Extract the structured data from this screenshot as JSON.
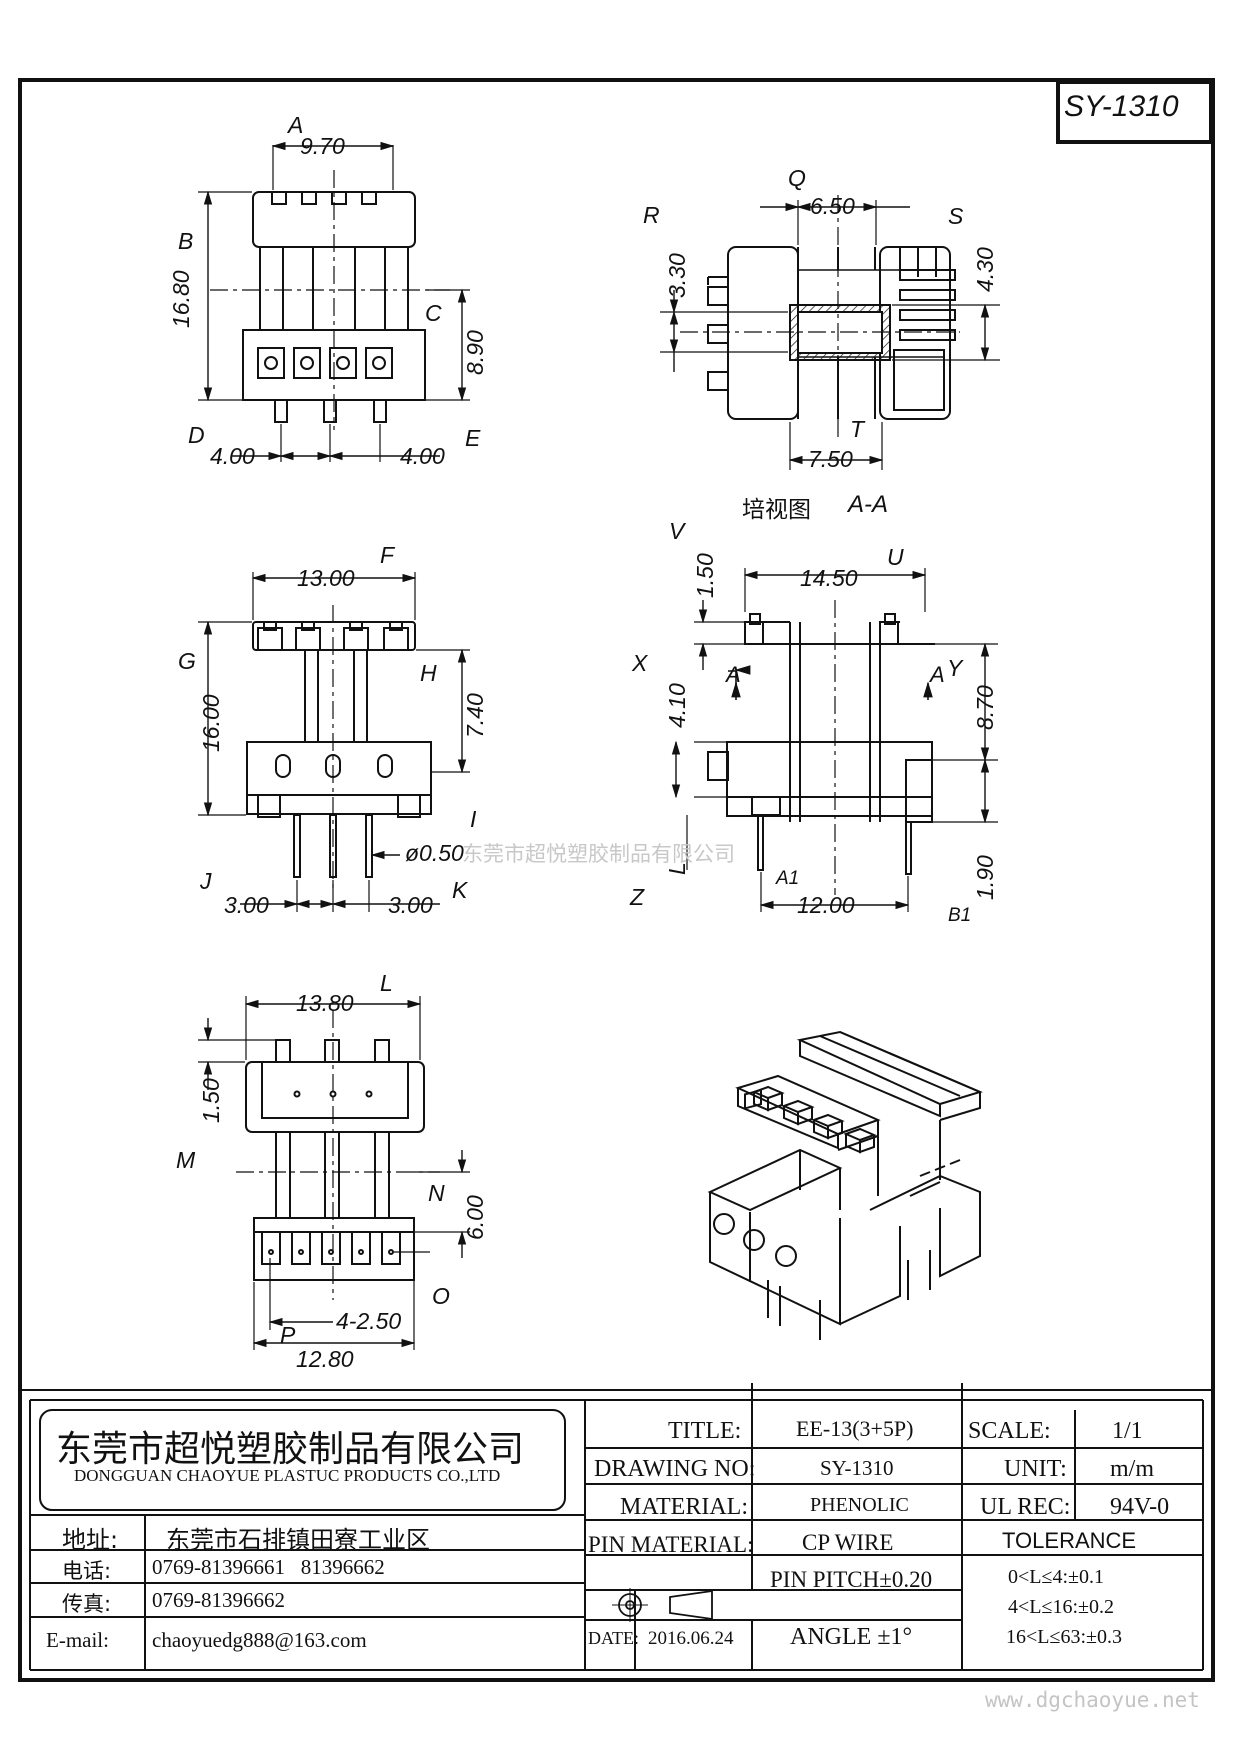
{
  "drawing_number_badge": "SY-1310",
  "view_top": {
    "dim_A_label": "A",
    "dim_A_value": "9.70",
    "dim_B_label": "B",
    "dim_B_value": "16.80",
    "dim_C_label": "C",
    "dim_C_value": "8.90",
    "dim_D_label": "D",
    "dim_D_value": "4.00",
    "dim_E_label": "E",
    "dim_E_value": "4.00"
  },
  "view_section": {
    "dim_Q_label": "Q",
    "dim_Q_value": "6.50",
    "dim_R_label": "R",
    "dim_R_value": "3.30",
    "dim_S_label": "S",
    "dim_S_value": "4.30",
    "dim_T_label": "T",
    "dim_T_value": "7.50",
    "caption_cn": "培视图",
    "caption_ref": "A-A"
  },
  "view_front": {
    "dim_F_label": "F",
    "dim_F_value": "13.00",
    "dim_G_label": "G",
    "dim_G_value": "16.00",
    "dim_H_label": "H",
    "dim_H_value": "7.40",
    "dim_I_label": "I",
    "dim_I_value": "ø0.50",
    "dim_J_label": "J",
    "dim_J_value": "3.00",
    "dim_K_label": "K",
    "dim_K_value": "3.00"
  },
  "view_side": {
    "dim_U_label": "U",
    "dim_U_value": "14.50",
    "dim_V_label": "V",
    "dim_V_value": "1.50",
    "dim_X_label": "X",
    "dim_X_value": "4.10",
    "dim_Y_label": "Y",
    "dim_Y_value": "8.70",
    "dim_Z_label": "Z",
    "dim_Z_value": "L",
    "dim_A1_label": "A1",
    "dim_A1_value": "12.00",
    "dim_B1_label": "B1",
    "dim_B1_value": "1.90",
    "section_marker": "A"
  },
  "view_bottom": {
    "dim_L_label": "L",
    "dim_L_value": "13.80",
    "dim_M_label": "M",
    "dim_M_value": "1.50",
    "dim_N_label": "N",
    "dim_N_value": "6.00",
    "dim_O_label": "O",
    "dim_O_value": "4-2.50",
    "dim_P_label": "P",
    "dim_P_value": "12.80"
  },
  "watermark_text": "东莞市超悦塑胶制品有限公司",
  "title_block": {
    "company_cn": "东莞市超悦塑胶制品有限公司",
    "company_en": "DONGGUAN CHAOYUE PLASTUC PRODUCTS CO.,LTD",
    "address_label": "地址:",
    "address_value": "东莞市石排镇田寮工业区",
    "phone_label": "电话:",
    "phone_value": "0769-81396661   81396662",
    "fax_label": "传真:",
    "fax_value": "0769-81396662",
    "email_label": "E-mail:",
    "email_value": "chaoyuedg888@163.com",
    "title_label": "TITLE:",
    "title_value": "EE-13(3+5P)",
    "drawing_no_label": "DRAWING NO:",
    "drawing_no_value": "SY-1310",
    "material_label": "MATERIAL:",
    "material_value": "PHENOLIC",
    "pin_material_label": "PIN MATERIAL:",
    "pin_material_value": "CP WIRE",
    "pin_pitch": "PIN PITCH±0.20",
    "angle": "ANGLE ±1°",
    "date_label": "DATE:",
    "date_value": "2016.06.24",
    "scale_label": "SCALE:",
    "scale_value": "1/1",
    "unit_label": "UNIT:",
    "unit_value": "m/m",
    "ul_rec_label": "UL REC:",
    "ul_rec_value": "94V-0",
    "tolerance_label": "TOLERANCE",
    "tolerance_rows": [
      "0<L≤4:±0.1",
      "4<L≤16:±0.2",
      "16<L≤63:±0.3"
    ]
  },
  "website": "www.dgchaoyue.net"
}
